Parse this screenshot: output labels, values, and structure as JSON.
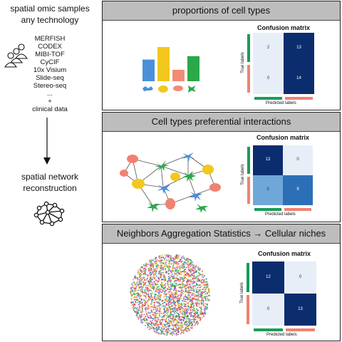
{
  "left": {
    "intro_line1": "spatial omic samples",
    "intro_line2": "any technology",
    "technologies": [
      "MERFISH",
      "CODEX",
      "MIBI-TOF",
      "CyCIF",
      "10x Visium",
      "Slide-seq",
      "Stereo-seq",
      "...",
      "+",
      "clinical data"
    ],
    "output_line1": "spatial network",
    "output_line2": "reconstruction"
  },
  "panels": [
    {
      "title": "proportions of cell types",
      "proportions": [
        0.38,
        0.6,
        0.2,
        0.44
      ],
      "confusion_matrix": {
        "title": "Confusion matrix",
        "xlabel": "Predicted labels",
        "ylabel": "True labels",
        "values": [
          [
            2,
            13
          ],
          [
            0,
            14
          ]
        ]
      }
    },
    {
      "title": "Cell types preferential interactions",
      "confusion_matrix": {
        "title": "Confusion matrix",
        "xlabel": "Predicted labels",
        "ylabel": "True labels",
        "values": [
          [
            13,
            0
          ],
          [
            3,
            9
          ]
        ]
      }
    },
    {
      "title": "Neighbors Aggregation Statistics → Cellular niches",
      "confusion_matrix": {
        "title": "Confusion matrix",
        "xlabel": "Predicted labels",
        "ylabel": "True labels",
        "values": [
          [
            12,
            0
          ],
          [
            0,
            13
          ]
        ]
      }
    }
  ],
  "colors": {
    "blue": "#4a90d9",
    "yellow": "#f2c81e",
    "salmon": "#f28b74",
    "green": "#2aa84a",
    "cm_dark": "#0b2d6e",
    "cm_mid": "#2d6fb6",
    "cm_light": "#e8eef8",
    "bar_green": "#1a9c5a",
    "bar_salmon": "#f08272"
  }
}
